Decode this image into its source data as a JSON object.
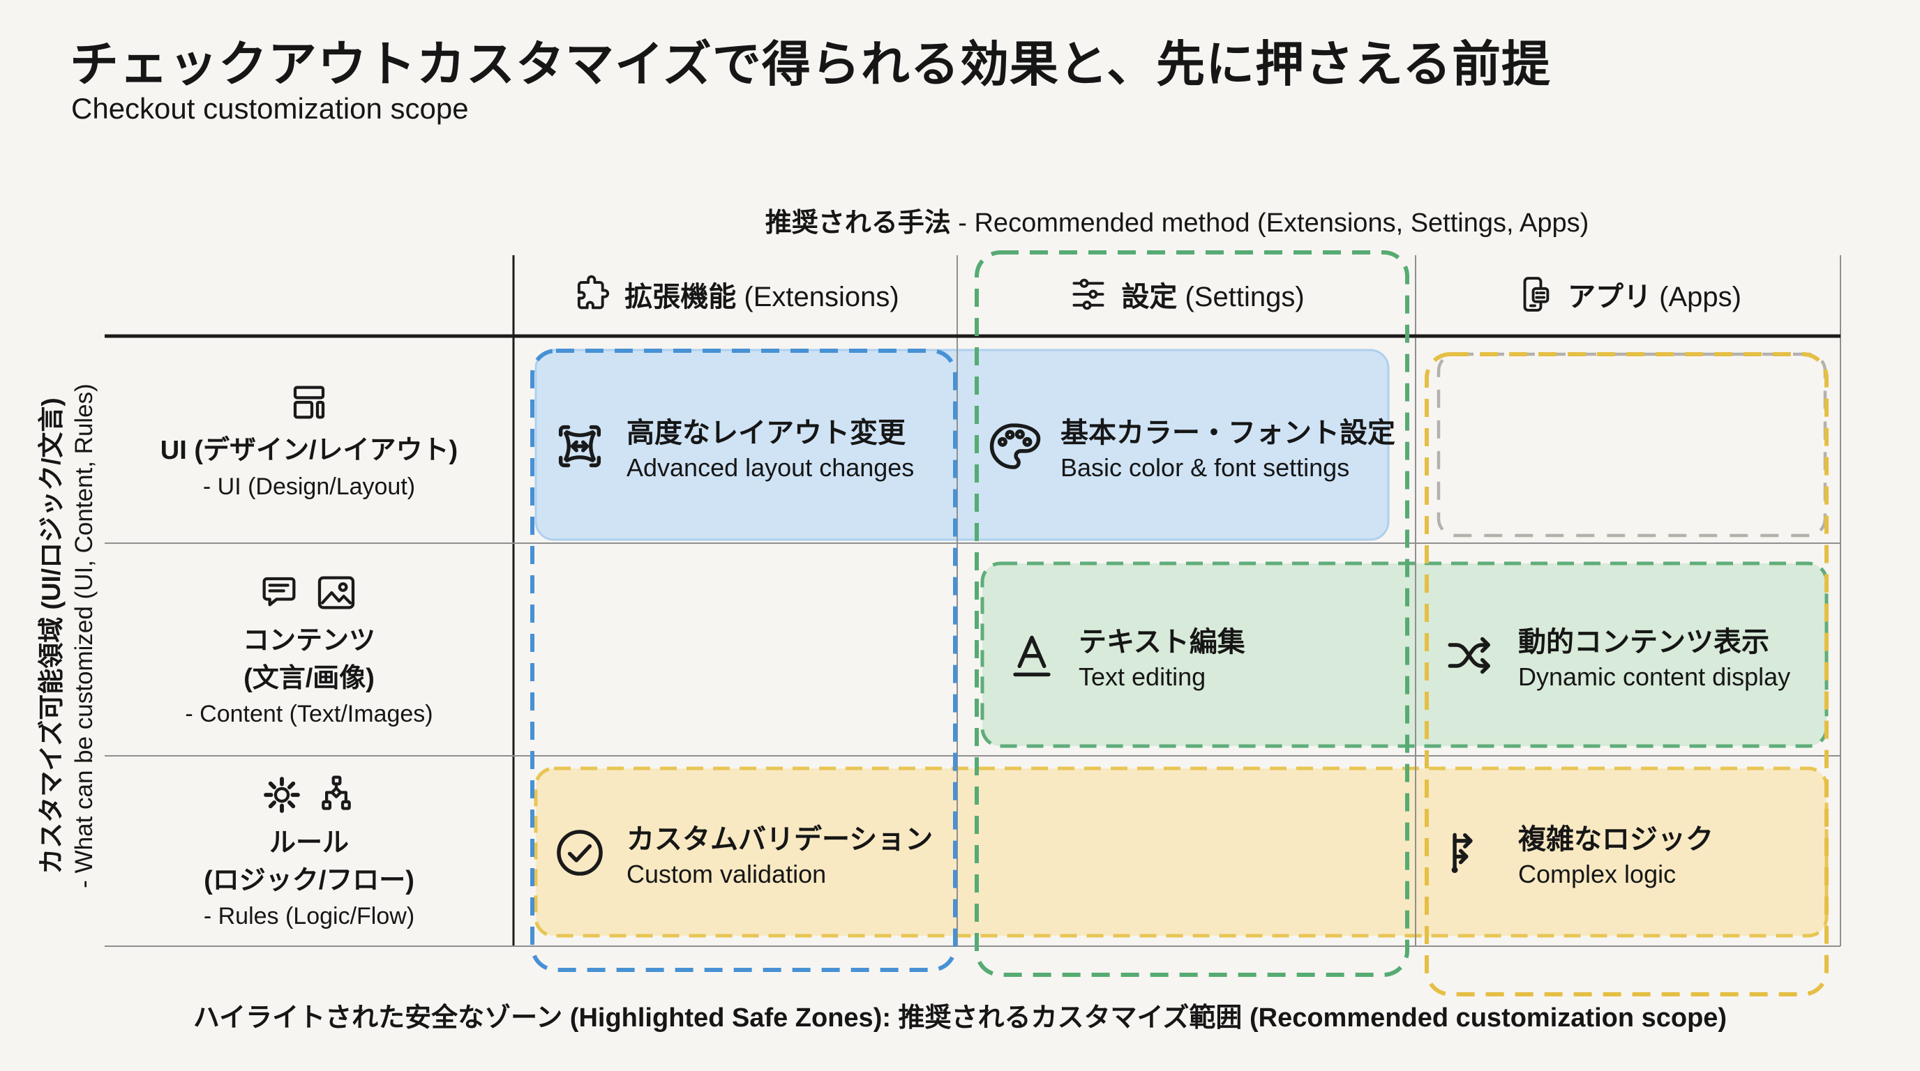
{
  "title": "チェックアウトカスタマイズで得られる効果と、先に押さえる前提",
  "subtitle": "Checkout customization scope",
  "matrix": {
    "column_axis_jp": "推奨される手法",
    "column_axis_en": " - Recommended method (Extensions, Settings, Apps)",
    "row_axis_jp": "カスタマイズ可能領域 (UI/ロジック/文言)",
    "row_axis_en": "- What can be customized (UI, Content, Rules)",
    "columns": [
      {
        "id": "extensions",
        "icon": "puzzle-icon",
        "label_jp": "拡張機能",
        "label_en": "(Extensions)"
      },
      {
        "id": "settings",
        "icon": "sliders-icon",
        "label_jp": "設定",
        "label_en": "(Settings)"
      },
      {
        "id": "apps",
        "icon": "mobile-app-icon",
        "label_jp": "アプリ",
        "label_en": "(Apps)"
      }
    ],
    "rows": [
      {
        "id": "ui",
        "icons": [
          "layout-icon"
        ],
        "label_jp": "UI (デザイン/レイアウト)",
        "label_jp2": "",
        "label_en": "- UI (Design/Layout)"
      },
      {
        "id": "content",
        "icons": [
          "message-square-icon",
          "image-icon"
        ],
        "label_jp": "コンテンツ",
        "label_jp2": "(文言/画像)",
        "label_en": "- Content (Text/Images)"
      },
      {
        "id": "rules",
        "icons": [
          "gear-icon",
          "flowchart-icon"
        ],
        "label_jp": "ルール",
        "label_jp2": "(ロジック/フロー)",
        "label_en": "- Rules (Logic/Flow)"
      }
    ],
    "cells": [
      {
        "id": "advanced-layout",
        "row": "ui",
        "col": "extensions",
        "icon": "resize-frame-icon",
        "label_jp": "高度なレイアウト変更",
        "label_en": "Advanced layout changes",
        "zone": "blue"
      },
      {
        "id": "basic-color-font",
        "row": "ui",
        "col": "settings",
        "icon": "palette-icon",
        "label_jp": "基本カラー・フォント設定",
        "label_en": "Basic color & font settings",
        "zone": "blue"
      },
      {
        "id": "text-editing",
        "row": "content",
        "col": "settings",
        "icon": "text-edit-icon",
        "label_jp": "テキスト編集",
        "label_en": "Text editing",
        "zone": "green"
      },
      {
        "id": "dynamic-content",
        "row": "content",
        "col": "apps",
        "icon": "shuffle-icon",
        "label_jp": "動的コンテンツ表示",
        "label_en": "Dynamic content display",
        "zone": "green"
      },
      {
        "id": "custom-validation",
        "row": "rules",
        "col": "extensions",
        "icon": "check-circle-icon",
        "label_jp": "カスタムバリデーション",
        "label_en": "Custom validation",
        "zone": "yellow"
      },
      {
        "id": "complex-logic",
        "row": "rules",
        "col": "apps",
        "icon": "branch-arrows-icon",
        "label_jp": "複雑なロジック",
        "label_en": "Complex logic",
        "zone": "yellow"
      }
    ],
    "empty_cell": {
      "row": "ui",
      "col": "apps",
      "style": "gray-dashed"
    }
  },
  "footer": "ハイライトされた安全なゾーン (Highlighted Safe Zones): 推奨されるカスタマイズ範囲 (Recommended customization scope)",
  "colors": {
    "background": "#f7f5f2",
    "blue_fill": "#cfe3f5",
    "blue_dash": "#4791d4",
    "green_fill": "#d8ead9",
    "green_dash": "#5fad7a",
    "yellow_fill": "#f8e9c3",
    "yellow_dash": "#e8c554",
    "gray_dash": "#b4b1ad",
    "grid_line": "#8f8f8f",
    "text": "#161616"
  }
}
